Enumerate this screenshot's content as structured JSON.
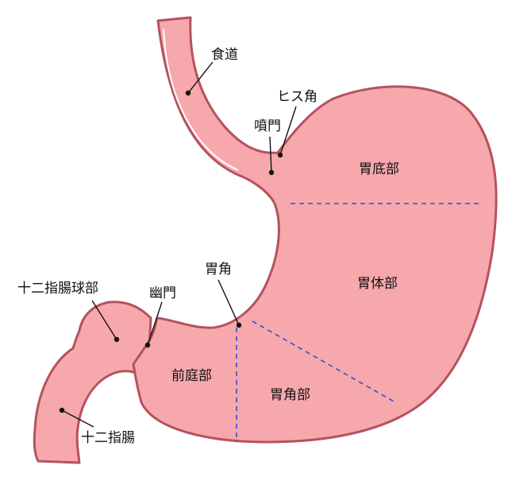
{
  "colors": {
    "organ_fill": "#f7a8ac",
    "organ_outline": "#b5525f",
    "region_divider": "#2f4fd8",
    "label_text": "#111111"
  },
  "labels": {
    "esophagus": "食道",
    "his_angle": "ヒス角",
    "cardia": "噴門",
    "fundus": "胃底部",
    "body": "胃体部",
    "angle": "胃角",
    "angular_region": "胃角部",
    "antrum": "前庭部",
    "pylorus": "幽門",
    "duodenal_bulb": "十二指腸球部",
    "duodenum": "十二指腸"
  }
}
